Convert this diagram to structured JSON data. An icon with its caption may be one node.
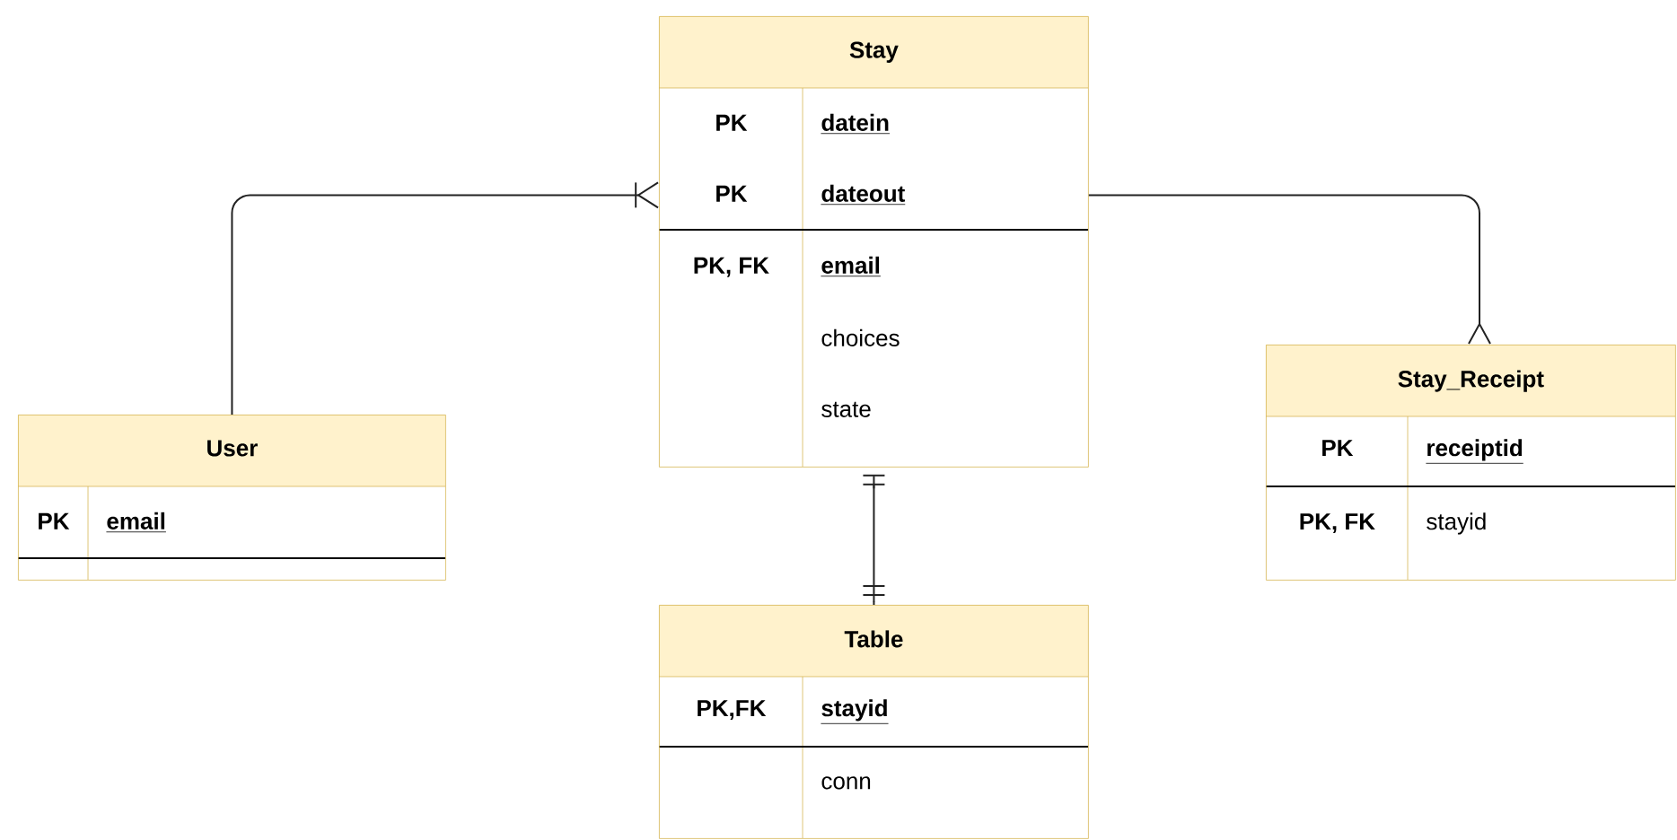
{
  "diagram": {
    "nodes": [
      {
        "text": [
          "Stay"
        ]
      },
      {
        "text": [
          "PK",
          "datein"
        ],
        "in": 0
      },
      {
        "text": [
          "PK",
          "dateout"
        ],
        "in": 0
      },
      {
        "text": [
          "PK, FK",
          "email"
        ],
        "in": 0
      },
      {
        "text": [
          "choices"
        ],
        "in": 0
      },
      {
        "text": [
          "state"
        ],
        "in": 0
      },
      {
        "text": [
          "User"
        ]
      },
      {
        "text": [
          "PK",
          "email"
        ],
        "in": 6
      },
      {
        "text": [
          "Stay_Receipt"
        ]
      },
      {
        "text": [
          "PK",
          "receiptid"
        ],
        "in": 8
      },
      {
        "text": [
          "PK, FK",
          "stayid"
        ],
        "in": 8
      },
      {
        "text": [
          "Table"
        ]
      },
      {
        "text": [
          "PK,FK",
          "stayid"
        ],
        "in": 11
      },
      {
        "text": [
          "conn"
        ],
        "in": 11
      }
    ],
    "edges": [
      {
        "from": 6,
        "to": 0,
        "arrow": "other"
      },
      {
        "from": 0,
        "to": 8,
        "arrow": "other"
      },
      {
        "from": 0,
        "to": 11,
        "arrow": "other"
      }
    ]
  }
}
